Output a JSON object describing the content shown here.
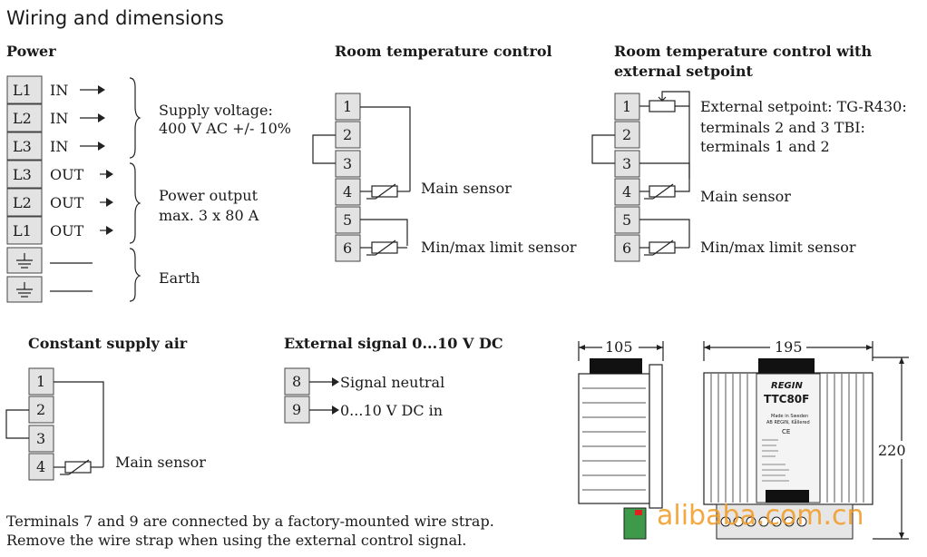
{
  "title": "Wiring and dimensions",
  "power": {
    "heading": "Power",
    "terminals": [
      {
        "label": "L1",
        "text": "IN"
      },
      {
        "label": "L2",
        "text": "IN"
      },
      {
        "label": "L3",
        "text": "IN"
      },
      {
        "label": "L3",
        "text": "OUT"
      },
      {
        "label": "L2",
        "text": "OUT"
      },
      {
        "label": "L1",
        "text": "OUT"
      }
    ],
    "supply": [
      "Supply voltage:",
      "400 V AC +/- 10%"
    ],
    "output": [
      "Power output",
      "max. 3 x 80 A"
    ],
    "earth": "Earth"
  },
  "room": {
    "heading": "Room temperature control",
    "terminals": [
      "1",
      "2",
      "3",
      "4",
      "5",
      "6"
    ],
    "main_sensor": "Main sensor",
    "limit_sensor": "Min/max limit sensor"
  },
  "room_ext": {
    "heading": [
      "Room temperature control with",
      "external setpoint"
    ],
    "terminals": [
      "1",
      "2",
      "3",
      "4",
      "5",
      "6"
    ],
    "setpoint_note": [
      "External setpoint: TG-R430:",
      "terminals 2 and 3 TBI:",
      "terminals 1 and 2"
    ],
    "main_sensor": "Main sensor",
    "limit_sensor": "Min/max limit sensor"
  },
  "csa": {
    "heading": "Constant supply air",
    "terminals": [
      "1",
      "2",
      "3",
      "4"
    ],
    "main_sensor": "Main sensor"
  },
  "ext_signal": {
    "heading": "External signal 0...10 V DC",
    "terminals": [
      {
        "label": "8",
        "text": "Signal neutral"
      },
      {
        "label": "9",
        "text": "0...10 V DC in"
      }
    ]
  },
  "note": [
    "Terminals 7 and 9 are connected by a factory-mounted wire strap.",
    "Remove the wire strap when using the external control signal."
  ],
  "dimensions": {
    "depth": "105",
    "width": "195",
    "height": "220",
    "device": {
      "brand": "REGIN",
      "model": "TTC80F",
      "made_in": "Made in Sweden",
      "company": "AB REGIN, Kållered",
      "ce": "CE"
    }
  },
  "watermark": "alibaba.com.cn"
}
